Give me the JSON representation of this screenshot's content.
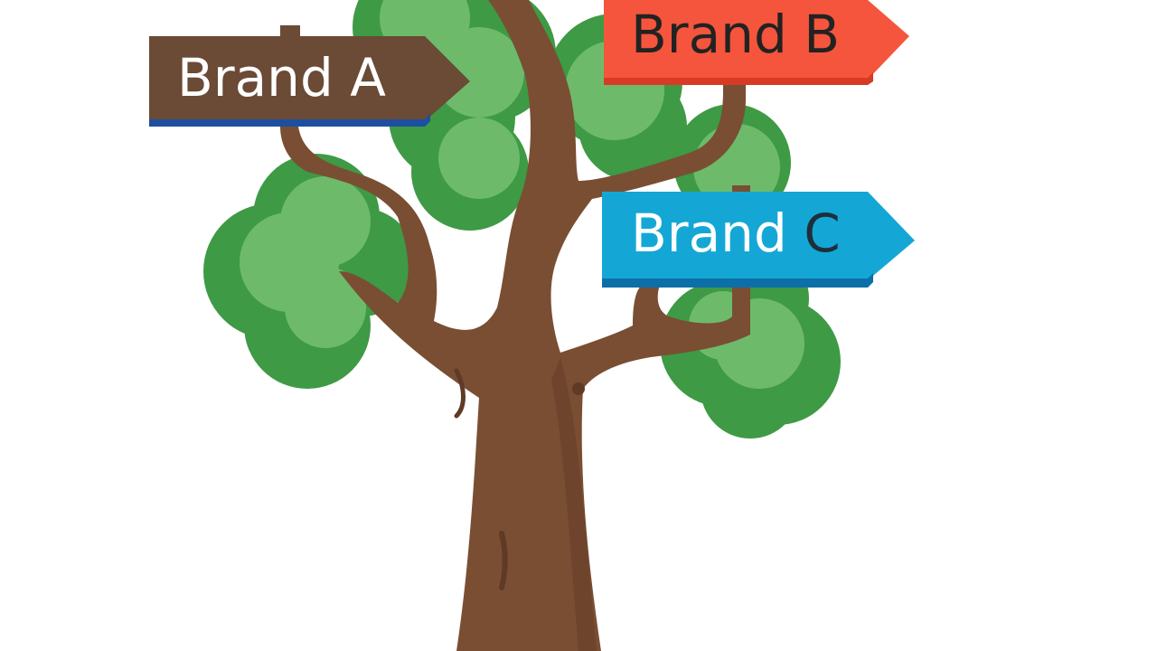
{
  "colors": {
    "background": "#ffffff",
    "trunk": "#7a4e33",
    "trunk_shadow": "#5f3a26",
    "foliage_dark": "#3e9a45",
    "foliage_light": "#6dbb6a",
    "sign_a": "#6b4a36",
    "sign_a_edge": "#1d4fa0",
    "sign_b": "#f4553c",
    "sign_b_edge": "#d73b25",
    "sign_c": "#14a7d6",
    "sign_c_edge": "#0d6fa8"
  },
  "signs": [
    {
      "id": "a",
      "brand_word": "Brand",
      "brand_letter": "A",
      "fill": "#6b4a36",
      "edge": "#1d4fa0",
      "word_color": "#ffffff",
      "letter_color": "#ffffff"
    },
    {
      "id": "b",
      "brand_word": "Brand",
      "brand_letter": "B",
      "fill": "#f4553c",
      "edge": "#d73b25",
      "word_color": "#222222",
      "letter_color": "#222222"
    },
    {
      "id": "c",
      "brand_word": "Brand",
      "brand_letter": "C",
      "fill": "#14a7d6",
      "edge": "#0d6fa8",
      "word_color": "#ffffff",
      "letter_color": "#1f2f3a"
    }
  ]
}
